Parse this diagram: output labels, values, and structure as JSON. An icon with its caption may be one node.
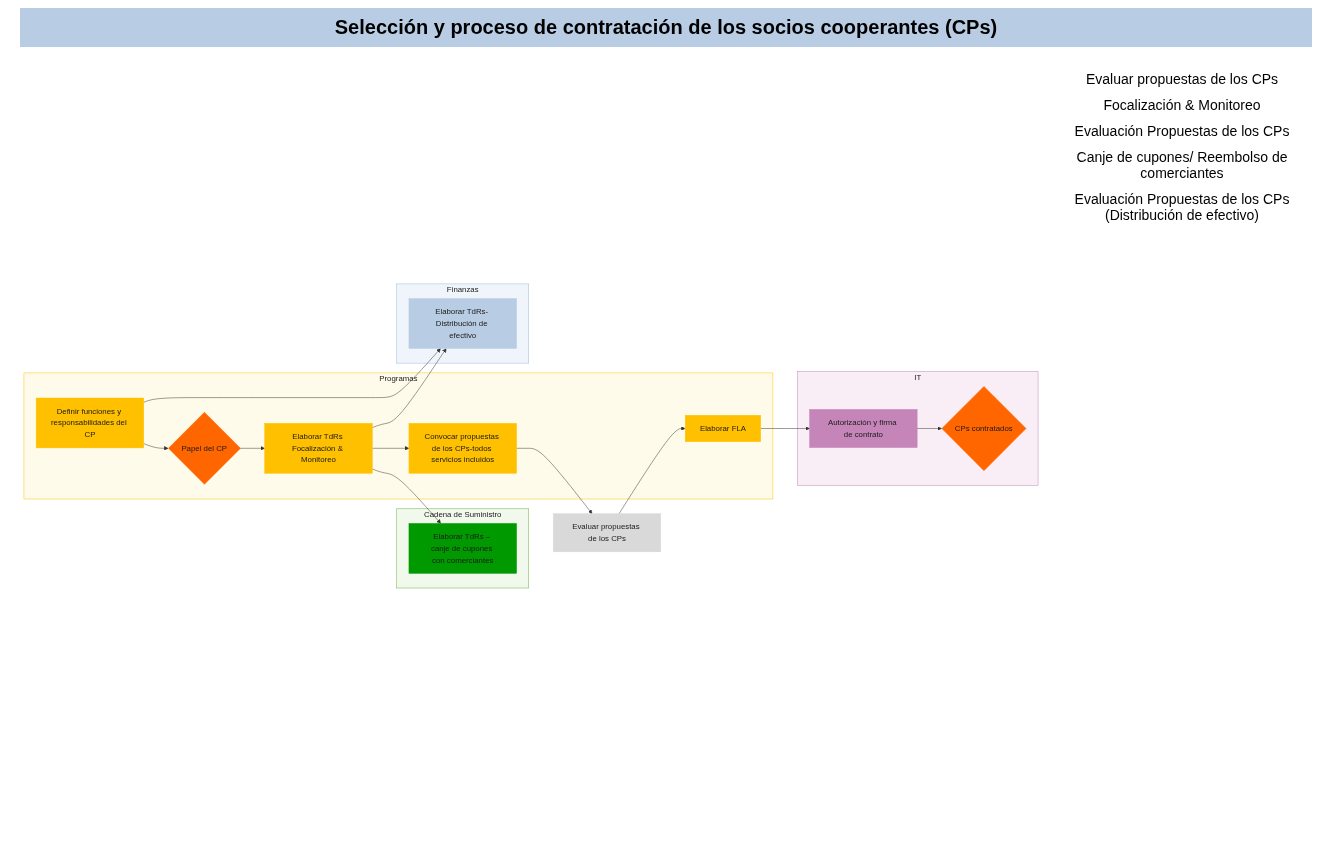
{
  "diagram": {
    "title": "Selección y proceso de contratación de los socios cooperantes (CPs)",
    "nodes": [
      {
        "text": [
          "Programas"
        ]
      },
      {
        "text": [
          "Definir funciones y responsabilidades del CP"
        ],
        "in": 0
      },
      {
        "text": [
          "Papel del CP"
        ],
        "in": 0
      },
      {
        "text": [
          "Elaborar TdRs Focalización & Monitoreo"
        ],
        "in": 0
      },
      {
        "text": [
          "Convocar propuestas de los CPs-todos servicios incluidos"
        ],
        "in": 0
      },
      {
        "text": [
          "Evaluar propuestas de los CPs"
        ]
      },
      {
        "text": [
          "Elaborar FLA"
        ],
        "in": 0
      },
      {
        "text": [
          "Cadena de Suministro"
        ]
      },
      {
        "text": [
          "Elaborar TdRs – canje de cupones con comerciantes"
        ],
        "in": 7
      },
      {
        "text": [
          "Finanzas"
        ]
      },
      {
        "text": [
          "Elaborar TdRs- Distribución de efectivo"
        ],
        "in": 9
      },
      {
        "text": [
          "IT"
        ]
      },
      {
        "text": [
          "Autorización y firma de contrato"
        ],
        "in": 11
      },
      {
        "text": [
          "CPs contratados"
        ],
        "in": 11
      }
    ],
    "edges": [
      {
        "from": 1,
        "to": 2,
        "arrow": "to"
      },
      {
        "from": 1,
        "to": 10,
        "arrow": "to"
      },
      {
        "from": 2,
        "to": 3,
        "arrow": "to"
      },
      {
        "from": 3,
        "to": 4,
        "arrow": "to"
      },
      {
        "from": 3,
        "to": 8,
        "arrow": "to"
      },
      {
        "from": 3,
        "to": 10,
        "arrow": "to"
      },
      {
        "from": 4,
        "to": 5,
        "arrow": "to"
      },
      {
        "from": 5,
        "to": 6,
        "arrow": "to"
      },
      {
        "from": 6,
        "to": 12,
        "arrow": "to"
      },
      {
        "from": 12,
        "to": 13,
        "arrow": "to"
      }
    ],
    "labels": [
      "Evaluar propuestas de los CPs",
      "Focalización & Monitoreo",
      "Evaluación Propuestas de los CPs",
      "Canje de cupones/ Reembolso de comerciantes",
      "Evaluación Propuestas de los CPs (Distribución de efectivo)"
    ]
  }
}
